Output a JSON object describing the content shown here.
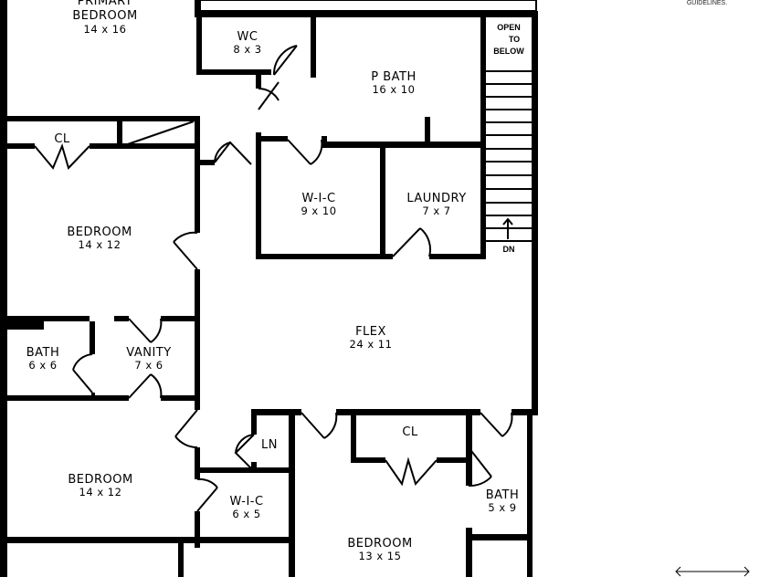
{
  "note": "GUIDELINES.",
  "stair": {
    "open_label": [
      "OPEN",
      "TO",
      "BELOW"
    ],
    "direction": "DN"
  },
  "rooms": {
    "primary_bedroom": {
      "name_top": "PRIMARY",
      "name": "BEDROOM",
      "dims": "14 x 16"
    },
    "wc": {
      "name": "WC",
      "dims": "8 x 3"
    },
    "p_bath": {
      "name": "P BATH",
      "dims": "16 x 10"
    },
    "cl_top": {
      "name": "CL"
    },
    "wic_top": {
      "name": "W-I-C",
      "dims": "9 x 10"
    },
    "laundry": {
      "name": "LAUNDRY",
      "dims": "7 x 7"
    },
    "bedroom_1": {
      "name": "BEDROOM",
      "dims": "14 x 12"
    },
    "flex": {
      "name": "FLEX",
      "dims": "24 x 11"
    },
    "bath_1": {
      "name": "BATH",
      "dims": "6 x 6"
    },
    "vanity": {
      "name": "VANITY",
      "dims": "7 x 6"
    },
    "bedroom_2": {
      "name": "BEDROOM",
      "dims": "14 x 12"
    },
    "ln": {
      "name": "LN"
    },
    "wic_bottom": {
      "name": "W-I-C",
      "dims": "6 x 5"
    },
    "cl_bottom": {
      "name": "CL"
    },
    "bedroom_3": {
      "name": "BEDROOM",
      "dims": "13 x 15"
    },
    "bath_2": {
      "name": "BATH",
      "dims": "5 x 9"
    }
  }
}
